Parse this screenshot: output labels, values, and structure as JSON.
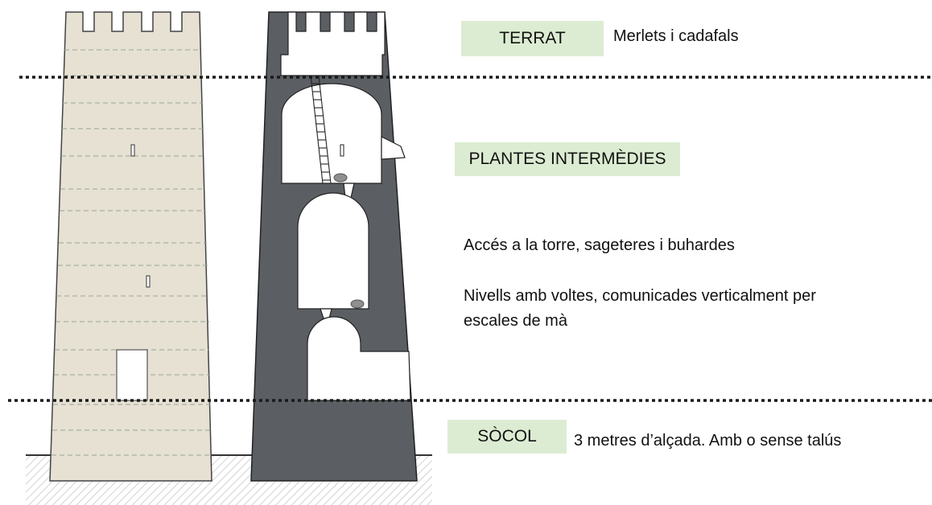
{
  "sections": {
    "terrat": {
      "label": "TERRAT",
      "description": "Merlets i cadafals"
    },
    "plantes": {
      "label": "PLANTES INTERMÈDIES",
      "description_1": "Accés a la torre, sageteres i buhardes",
      "description_2_line1": "Nivells amb voltes, comunicades verticalment per",
      "description_2_line2": "escales de mà"
    },
    "socol": {
      "label": "SÒCOL",
      "description": "3 metres d’alçada. Amb o sense talús"
    }
  },
  "colors": {
    "tower_exterior": "#e6e1d3",
    "tower_section": "#5b5e63",
    "label_background": "#dcecd2",
    "divider": "#1a1a1a"
  }
}
